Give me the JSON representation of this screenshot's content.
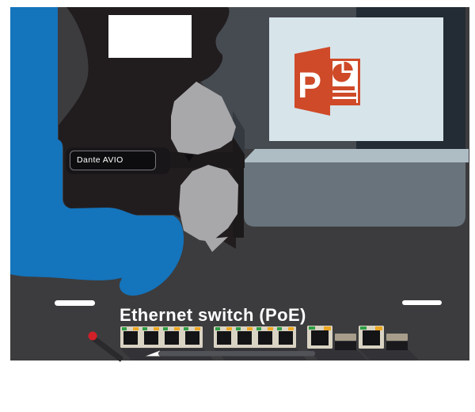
{
  "diagram": {
    "title_context": "Dante AVIO audio network diagram",
    "panel_color": "#3c3c3e",
    "microphone": {
      "body_color": "#211d1f",
      "window_color": "#ffffff"
    },
    "blue_cable_color": "#1474bc",
    "connector_color": "#a8a8aa",
    "adapter": {
      "label": "Dante AVIO",
      "body_color": "#19161a",
      "label_border_color": "#77777a",
      "label_text_color": "#ffffff"
    },
    "laptop": {
      "screen_color": "#d7e4ea",
      "bezel_left_color": "#464b51",
      "bezel_right_color": "#232c34",
      "hinge_color": "#aebcc4",
      "body_color": "#68737b",
      "powerpoint": {
        "letter": "P",
        "brand_color": "#cf4a28",
        "doc_color": "#ffffff"
      }
    },
    "switch": {
      "label": "Ethernet switch (PoE)",
      "label_color": "#ffffff",
      "port_groups": [
        4,
        4
      ],
      "uplink_ports": 2,
      "port_bezel_color": "#d9d3c3",
      "port_inner_color": "#141416",
      "led_link_color": "#2f9e46",
      "led_activity_color": "#eda722",
      "sfp_top_color": "#a79d8a",
      "sfp_bottom_color": "#1a1a1c",
      "shadow_color": "#333337",
      "power_led_color": "#d22028",
      "front_strip_color": "#515358",
      "front_strip_highlight": "#ffffff"
    },
    "table_marks_color": "#ffffff"
  }
}
